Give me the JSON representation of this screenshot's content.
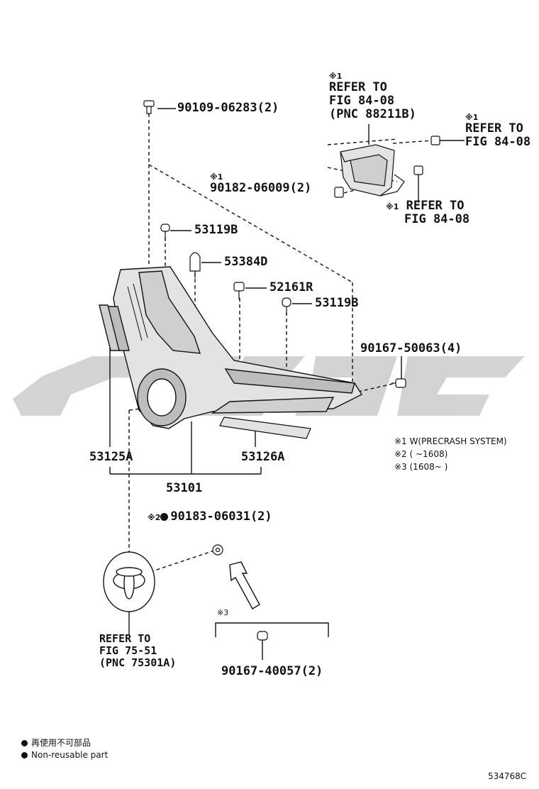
{
  "colors": {
    "line": "#111111",
    "part_fill": "#e3e3e3",
    "part_shade": "#bdbdbd",
    "watermark": "#cfcfcf"
  },
  "parts": {
    "bolt_top": "90109-06283(2)",
    "clip_53119b_upper": "53119B",
    "clip_53384d": "53384D",
    "clip_52161r": "52161R",
    "clip_53119b_lower": "53119B",
    "screw_90167_50063": "90167-50063(4)",
    "left_piece": "53125A",
    "lower_strip": "53126A",
    "grille_assy": "53101",
    "nut_90182_mark": "※1",
    "nut_90182": "90182-06009(2)",
    "washer_90183_mark": "※2",
    "washer_90183": "90183-06031(2)",
    "clip_90167_40057_mark": "※3",
    "clip_90167_40057": "90167-40057(2)",
    "drawing_number": "534768C"
  },
  "references": {
    "sensor_top": {
      "mark": "※1",
      "lines": [
        "REFER TO",
        "FIG 84-08",
        "(PNC 88211B)"
      ]
    },
    "sensor_right": {
      "mark": "※1",
      "lines": [
        "REFER TO",
        "FIG 84-08"
      ]
    },
    "sensor_bottom": {
      "mark": "※1",
      "lines": [
        "REFER TO",
        "FIG 84-08"
      ]
    },
    "emblem": {
      "lines": [
        "REFER TO",
        "FIG 75-51",
        "(PNC 75301A)"
      ]
    }
  },
  "notes": [
    "※1 W(PRECRASH SYSTEM)",
    "※2 (     ~1608)",
    "※3 (1608~     )"
  ],
  "legend": {
    "non_reusable_jp": "再使用不可部品",
    "non_reusable_en": "Non-reusable part"
  },
  "icons": [
    "bolt-icon",
    "clip-icon",
    "screw-icon",
    "nut-icon",
    "washer-icon",
    "arrow-icon",
    "toyota-emblem-icon"
  ]
}
